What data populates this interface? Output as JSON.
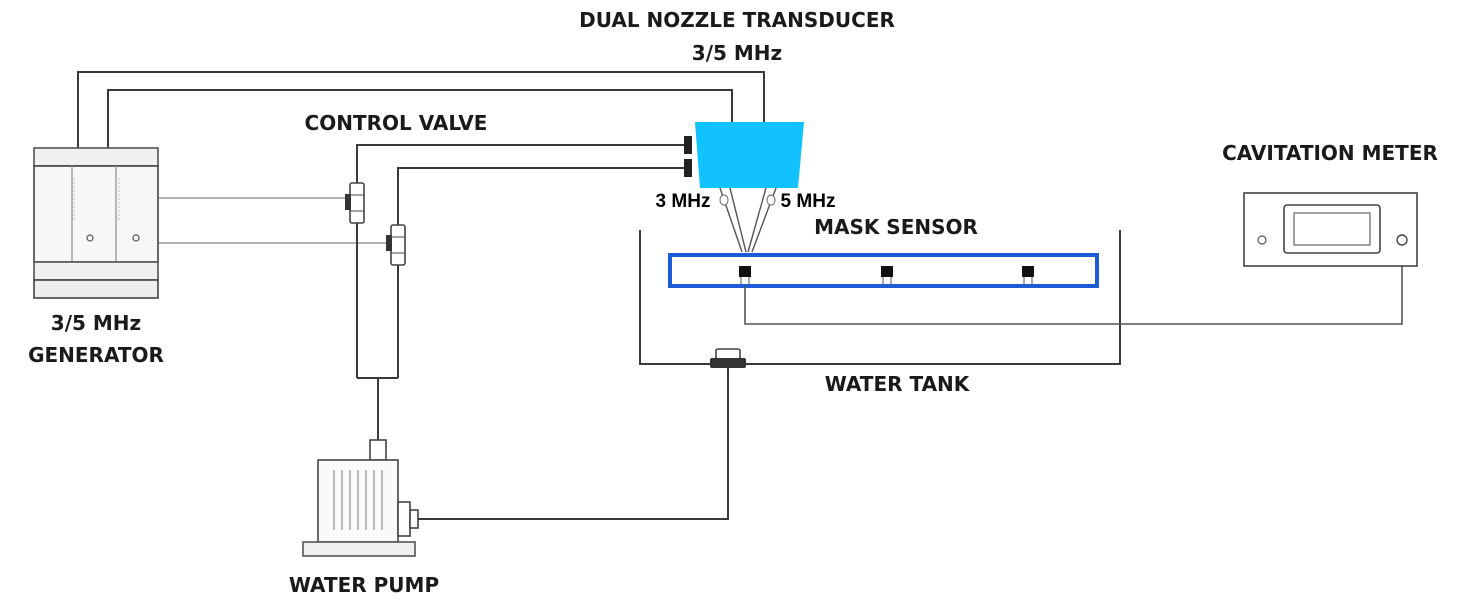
{
  "labels": {
    "transducer_title_line1": "DUAL NOZZLE TRANSDUCER",
    "transducer_title_line2": "3/5 MHz",
    "control_valve": "CONTROL VALVE",
    "cavitation_meter": "CAVITATION METER",
    "freq_left": "3 MHz",
    "freq_right": "5 MHz",
    "mask_sensor": "MASK SENSOR",
    "generator_line1": "3/5 MHz",
    "generator_line2": "GENERATOR",
    "water_tank": "WATER TANK",
    "water_pump": "WATER PUMP"
  },
  "colors": {
    "transducer_fill": "#12C2FF",
    "mask_sensor_border": "#1E5BD6",
    "line": "#3a3a3a",
    "text": "#1a1a1a"
  },
  "icons": {
    "generator": "generator-icon",
    "control_valve": "valve-icon",
    "transducer": "transducer-icon",
    "mask_sensor": "mask-sensor-icon",
    "cavitation_meter": "meter-icon",
    "water_tank": "tank-icon",
    "water_pump": "pump-icon"
  }
}
